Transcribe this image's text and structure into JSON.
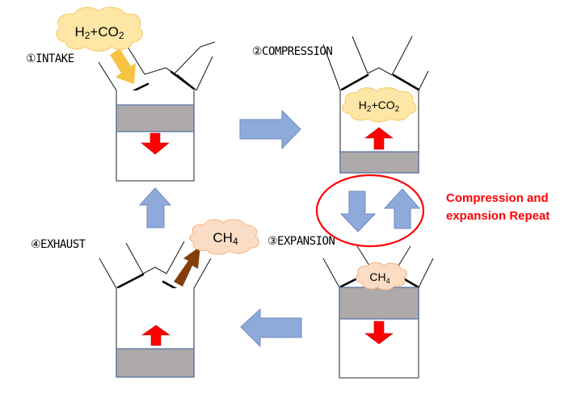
{
  "title": "Methanation engine four-stroke cycle",
  "strokes": [
    {
      "number": "①",
      "label": "INTAKE",
      "gas": "H2+CO2"
    },
    {
      "number": "②",
      "label": "COMPRESSION",
      "gas": "H2+CO2"
    },
    {
      "number": "③",
      "label": "EXPANSION",
      "gas": "CH4"
    },
    {
      "number": "④",
      "label": "EXHAUST",
      "gas": "CH4"
    }
  ],
  "labels": {
    "intake": "①INTAKE",
    "compression": "②COMPRESSION",
    "expansion": "③EXPANSION",
    "exhaust": "④EXHAUST"
  },
  "gases": {
    "intake_cloud": {
      "base": "H",
      "sub1": "2",
      "mid": "+CO",
      "sub2": "2"
    },
    "compression_cloud": {
      "base": "H",
      "sub1": "2",
      "mid": "+CO",
      "sub2": "2"
    },
    "expansion_cloud": {
      "base": "CH",
      "sub1": "4"
    },
    "exhaust_cloud": {
      "base": "CH",
      "sub1": "4"
    }
  },
  "annotation": {
    "line1": "Compression and",
    "line2": "expansion Repeat"
  },
  "colors": {
    "flow_arrow": "#8eaadb",
    "piston_motion_arrow": "#ff0000",
    "intake_arrow": "#f6c342",
    "exhaust_arrow": "#843c0c",
    "piston": "#aeaaaa",
    "highlight_ellipse": "#ff0000",
    "annotation_text": "#ff0000"
  }
}
